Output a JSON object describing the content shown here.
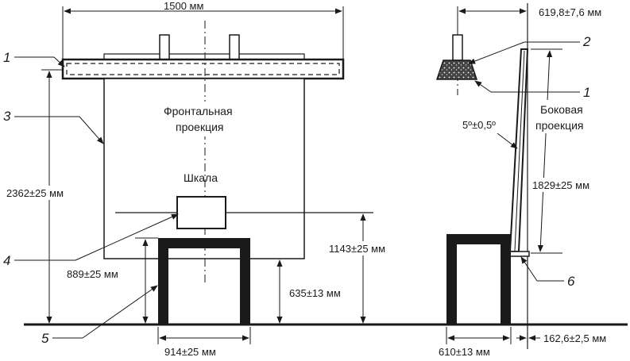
{
  "dimensions": {
    "width_total": "1500 мм",
    "side_offset_top": "619,8±7,6 мм",
    "height_total": "2362±25 мм",
    "seat_height": "889±25 мм",
    "panel_bottom": "635±13 мм",
    "scale_height": "1143±25 мм",
    "seat_width_front": "914±25 мм",
    "seat_width_side": "610±13 мм",
    "side_offset_bottom": "162,6±2,5 мм",
    "panel_side_height": "1829±25 мм",
    "tilt_angle": "5º±0,5º"
  },
  "captions": {
    "front_line1": "Фронтальная",
    "front_line2": "проекция",
    "side_line1": "Боковая",
    "side_line2": "проекция",
    "scale": "Шкала"
  },
  "callouts": {
    "c1_left": "1",
    "c1_right": "1",
    "c2": "2",
    "c3": "3",
    "c4": "4",
    "c5": "5",
    "c6": "6"
  }
}
